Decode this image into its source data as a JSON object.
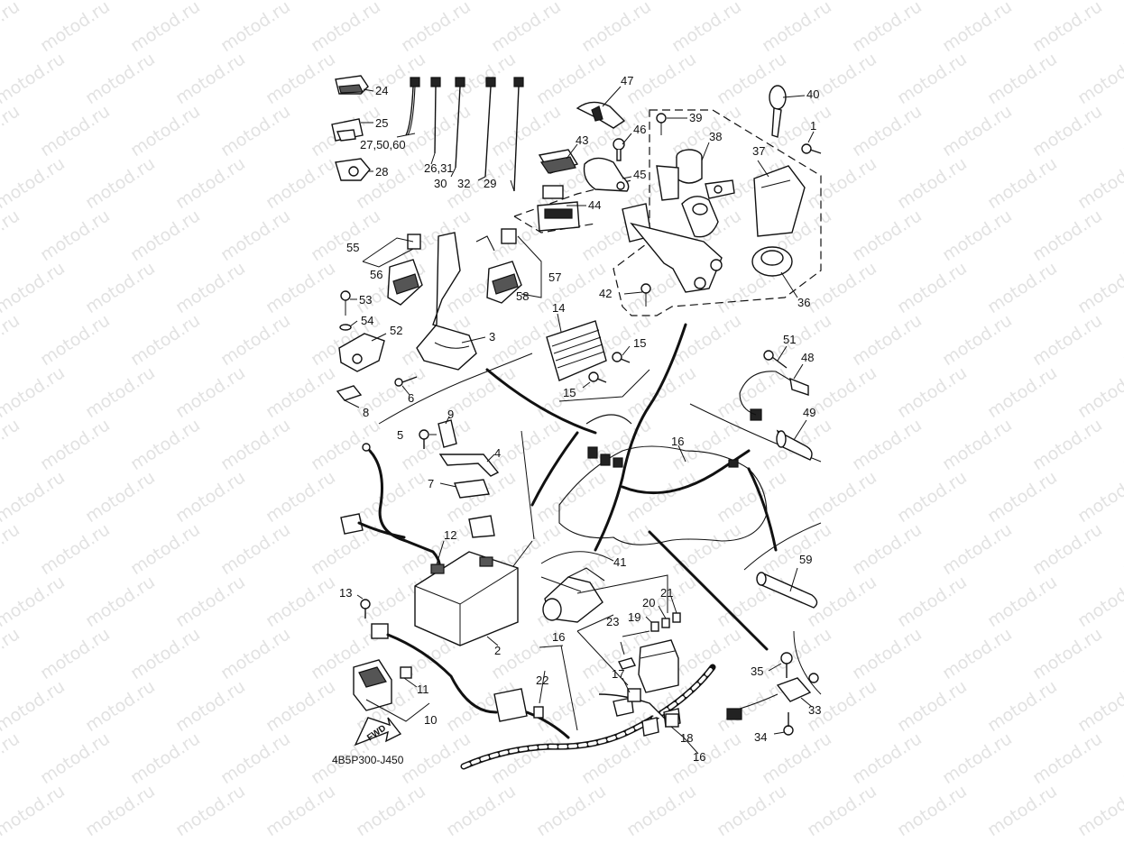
{
  "watermark": {
    "text": "motod.ru"
  },
  "diagram": {
    "code": "4B5P300-J450",
    "fwd_label": "FWD"
  },
  "callouts": [
    {
      "id": "c1",
      "text": "1"
    },
    {
      "id": "c2",
      "text": "2"
    },
    {
      "id": "c3",
      "text": "3"
    },
    {
      "id": "c4",
      "text": "4"
    },
    {
      "id": "c5",
      "text": "5"
    },
    {
      "id": "c6",
      "text": "6"
    },
    {
      "id": "c7",
      "text": "7"
    },
    {
      "id": "c8",
      "text": "8"
    },
    {
      "id": "c9",
      "text": "9"
    },
    {
      "id": "c10",
      "text": "10"
    },
    {
      "id": "c11",
      "text": "11"
    },
    {
      "id": "c12",
      "text": "12"
    },
    {
      "id": "c13",
      "text": "13"
    },
    {
      "id": "c14",
      "text": "14"
    },
    {
      "id": "c15a",
      "text": "15"
    },
    {
      "id": "c15b",
      "text": "15"
    },
    {
      "id": "c16a",
      "text": "16"
    },
    {
      "id": "c16b",
      "text": "16"
    },
    {
      "id": "c16c",
      "text": "16"
    },
    {
      "id": "c17",
      "text": "17"
    },
    {
      "id": "c18",
      "text": "18"
    },
    {
      "id": "c19",
      "text": "19"
    },
    {
      "id": "c20",
      "text": "20"
    },
    {
      "id": "c21",
      "text": "21"
    },
    {
      "id": "c22",
      "text": "22"
    },
    {
      "id": "c23",
      "text": "23"
    },
    {
      "id": "c24",
      "text": "24"
    },
    {
      "id": "c25",
      "text": "25"
    },
    {
      "id": "c27",
      "text": "27,50,60"
    },
    {
      "id": "c26",
      "text": "26,31"
    },
    {
      "id": "c28",
      "text": "28"
    },
    {
      "id": "c29",
      "text": "29"
    },
    {
      "id": "c30",
      "text": "30"
    },
    {
      "id": "c32",
      "text": "32"
    },
    {
      "id": "c33",
      "text": "33"
    },
    {
      "id": "c34",
      "text": "34"
    },
    {
      "id": "c35",
      "text": "35"
    },
    {
      "id": "c36",
      "text": "36"
    },
    {
      "id": "c37",
      "text": "37"
    },
    {
      "id": "c38",
      "text": "38"
    },
    {
      "id": "c39",
      "text": "39"
    },
    {
      "id": "c40",
      "text": "40"
    },
    {
      "id": "c41",
      "text": "41"
    },
    {
      "id": "c42",
      "text": "42"
    },
    {
      "id": "c43",
      "text": "43"
    },
    {
      "id": "c44",
      "text": "44"
    },
    {
      "id": "c45",
      "text": "45"
    },
    {
      "id": "c46",
      "text": "46"
    },
    {
      "id": "c47",
      "text": "47"
    },
    {
      "id": "c48",
      "text": "48"
    },
    {
      "id": "c49",
      "text": "49"
    },
    {
      "id": "c51",
      "text": "51"
    },
    {
      "id": "c52",
      "text": "52"
    },
    {
      "id": "c53",
      "text": "53"
    },
    {
      "id": "c54",
      "text": "54"
    },
    {
      "id": "c55",
      "text": "55"
    },
    {
      "id": "c56",
      "text": "56"
    },
    {
      "id": "c57",
      "text": "57"
    },
    {
      "id": "c58",
      "text": "58"
    },
    {
      "id": "c59",
      "text": "59"
    }
  ]
}
